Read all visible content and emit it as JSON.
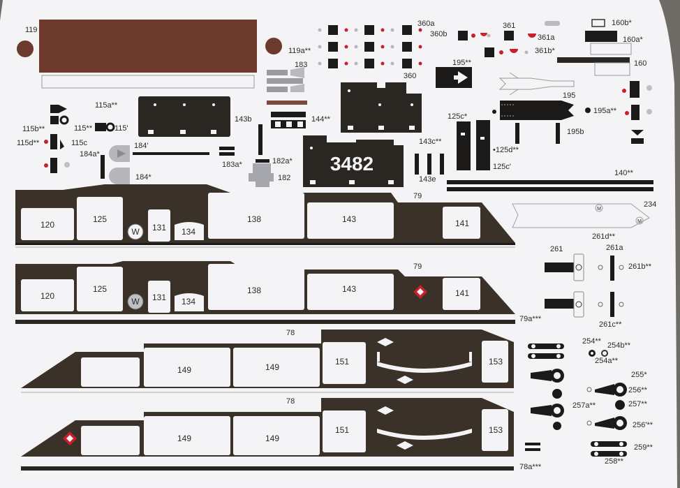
{
  "colors": {
    "paper": "#f4f4f6",
    "dark": "#3a3129",
    "brown": "#6b3a2c",
    "grey": "#bfc0c4",
    "red": "#c8202a"
  },
  "labels": [
    {
      "id": "119",
      "t": "119"
    },
    {
      "id": "119a",
      "t": "119a**"
    },
    {
      "id": "183",
      "t": "183"
    },
    {
      "id": "360a",
      "t": "360a"
    },
    {
      "id": "360b",
      "t": "360b"
    },
    {
      "id": "360",
      "t": "360"
    },
    {
      "id": "361",
      "t": "361"
    },
    {
      "id": "361a",
      "t": "361a"
    },
    {
      "id": "361b",
      "t": "361b*"
    },
    {
      "id": "160b",
      "t": "160b*"
    },
    {
      "id": "160a",
      "t": "160a*"
    },
    {
      "id": "160",
      "t": "160"
    },
    {
      "id": "195s",
      "t": "195**"
    },
    {
      "id": "195",
      "t": "195"
    },
    {
      "id": "195a",
      "t": "195a**"
    },
    {
      "id": "195b",
      "t": "195b"
    },
    {
      "id": "125c",
      "t": "125c*"
    },
    {
      "id": "125d",
      "t": "•125d**"
    },
    {
      "id": "125cp",
      "t": "125c'"
    },
    {
      "id": "143b",
      "t": "143b"
    },
    {
      "id": "144",
      "t": "144**"
    },
    {
      "id": "143c",
      "t": "143c**"
    },
    {
      "id": "143e",
      "t": "143e"
    },
    {
      "id": "115a",
      "t": "115a**"
    },
    {
      "id": "115b",
      "t": "115b**"
    },
    {
      "id": "115s",
      "t": "115**"
    },
    {
      "id": "115p",
      "t": "115'"
    },
    {
      "id": "115d",
      "t": "115d**"
    },
    {
      "id": "115c",
      "t": "115c"
    },
    {
      "id": "184a",
      "t": "184a*"
    },
    {
      "id": "184p",
      "t": "184'"
    },
    {
      "id": "184s",
      "t": "184*"
    },
    {
      "id": "183a",
      "t": "183a*"
    },
    {
      "id": "182a",
      "t": "182a*"
    },
    {
      "id": "182",
      "t": "182"
    },
    {
      "id": "140",
      "t": "140**"
    },
    {
      "id": "234",
      "t": "234"
    },
    {
      "id": "79t",
      "t": "79"
    },
    {
      "id": "79b",
      "t": "79"
    },
    {
      "id": "79a",
      "t": "79a***"
    },
    {
      "id": "261",
      "t": "261"
    },
    {
      "id": "261d",
      "t": "261d**"
    },
    {
      "id": "261a",
      "t": "261a"
    },
    {
      "id": "261b",
      "t": "261b**"
    },
    {
      "id": "261c",
      "t": "261c**"
    },
    {
      "id": "78t",
      "t": "78"
    },
    {
      "id": "78b",
      "t": "78"
    },
    {
      "id": "78a",
      "t": "78a***"
    },
    {
      "id": "254",
      "t": "254**"
    },
    {
      "id": "254b",
      "t": "254b**"
    },
    {
      "id": "254a",
      "t": "254a**"
    },
    {
      "id": "255",
      "t": "255*"
    },
    {
      "id": "256",
      "t": "256**"
    },
    {
      "id": "257a",
      "t": "257a**"
    },
    {
      "id": "257",
      "t": "257**"
    },
    {
      "id": "256p",
      "t": "256'**"
    },
    {
      "id": "259",
      "t": "259**"
    },
    {
      "id": "258",
      "t": "258**"
    }
  ],
  "plate_number": "3482",
  "panel_labels": {
    "p120": "120",
    "p125": "125",
    "pw": "W",
    "p131": "131",
    "p134": "134",
    "p138": "138",
    "p143": "143",
    "p141": "141",
    "p149": "149",
    "p151": "151",
    "p153": "153",
    "m": "M"
  }
}
